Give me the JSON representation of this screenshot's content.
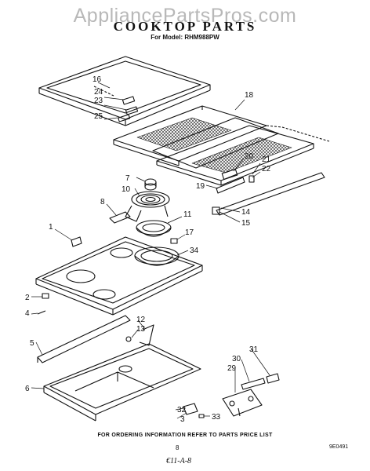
{
  "watermark": "AppliancePartsPros.com",
  "title": "COOKTOP PARTS",
  "subtitle": "For Model: RHM988PW",
  "footnote": "FOR ORDERING INFORMATION REFER TO PARTS PRICE LIST",
  "page_number": "8",
  "diagram_number": "9E0491",
  "handwritten_note": "€11-A-8",
  "callouts": {
    "c16": "16",
    "c24": "24",
    "c23": "23",
    "c25": "25",
    "c18": "18",
    "c7": "7",
    "c10": "10",
    "c8": "8",
    "c11": "11",
    "c20": "20",
    "c21": "21",
    "c22": "22",
    "c19": "19",
    "c14": "14",
    "c15": "15",
    "c1": "1",
    "c17": "17",
    "c34": "34",
    "c2": "2",
    "c4": "4",
    "c12": "12",
    "c13": "13",
    "c5": "5",
    "c6": "6",
    "c31": "31",
    "c30": "30",
    "c29": "29",
    "c32": "32",
    "c3": "3",
    "c33": "33"
  }
}
